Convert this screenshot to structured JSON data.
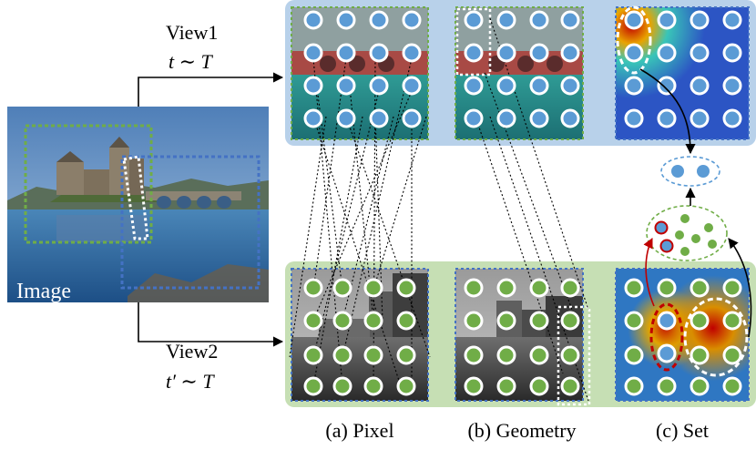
{
  "labels": {
    "image": "Image",
    "view1": "View1",
    "view1_formula": "t ∼ T",
    "view2": "View2",
    "view2_formula": "t′ ∼ T",
    "pixel": "(a) Pixel",
    "geometry": "(b) Geometry",
    "set": "(c) Set"
  },
  "colors": {
    "view1_panel": "#b8d1ea",
    "view2_panel": "#c6dfb4",
    "blue_dot": "#5b9bd5",
    "green_dot": "#70ad47",
    "red_dot": "#c00000",
    "green_box": "#70ad47",
    "blue_box": "#4472c4"
  },
  "icons": {
    "crop_view1": "dashed-green-rectangle",
    "crop_view2": "dashed-blue-rectangle",
    "cluster_blue": "dashed-ellipse-blue",
    "cluster_green": "dashed-ellipse-green"
  }
}
